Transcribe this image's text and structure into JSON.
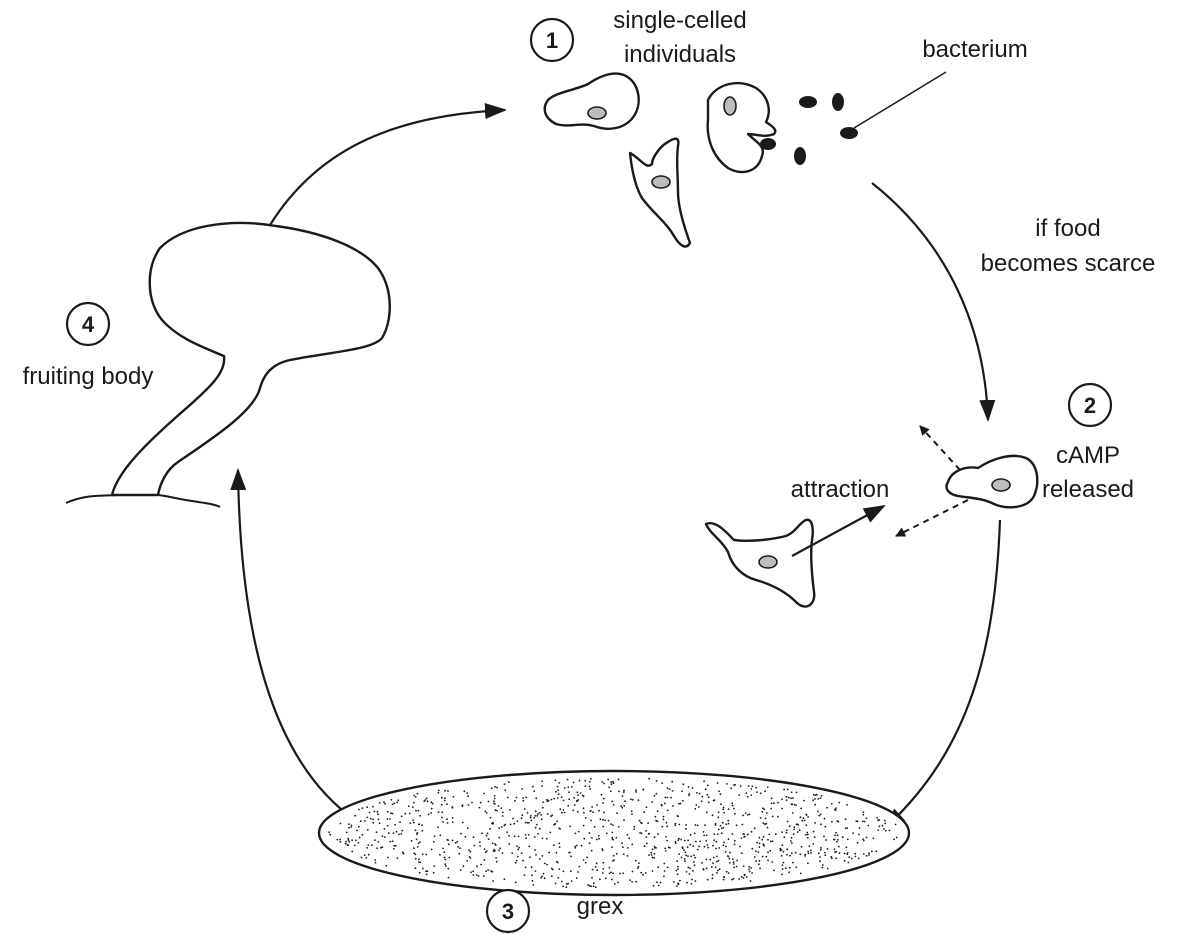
{
  "stages": [
    {
      "number": "1",
      "label_lines": [
        "single-celled",
        "individuals"
      ]
    },
    {
      "number": "2",
      "label_lines": [
        "cAMP",
        "released"
      ]
    },
    {
      "number": "3",
      "label_lines": [
        "grex"
      ]
    },
    {
      "number": "4",
      "label_lines": [
        "fruiting body"
      ]
    }
  ],
  "labels": {
    "bacterium": "bacterium",
    "transition_lines": [
      "if food",
      "becomes scarce"
    ],
    "attraction": "attraction"
  },
  "colors": {
    "ink": "#1a1a1a",
    "nucleus": "#bdbdbd",
    "background": "#ffffff"
  }
}
